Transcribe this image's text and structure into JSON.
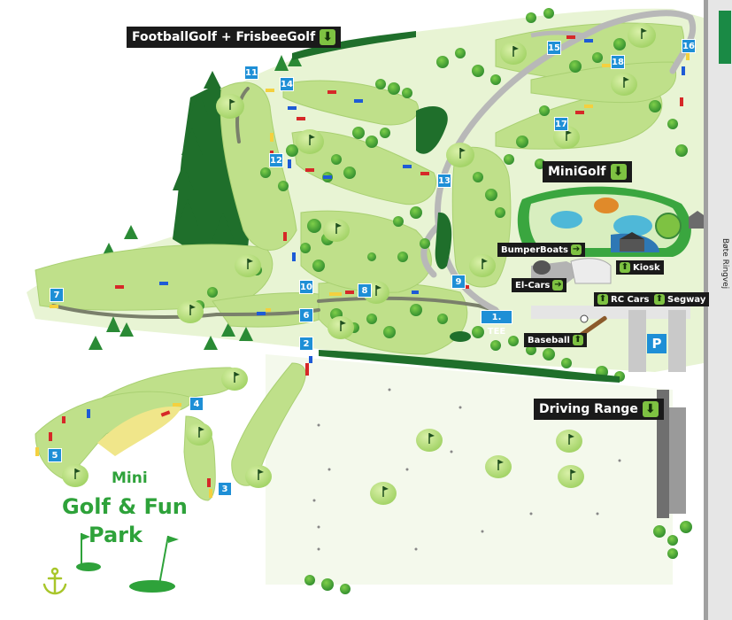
{
  "signs": {
    "footballgolf": "FootballGolf + FrisbeeGolf",
    "minigolf": "MiniGolf",
    "bumperboats": "BumperBoats",
    "elcars": "El-Cars",
    "kiosk": "Kiosk",
    "rccars": "RC Cars",
    "segway": "Segway",
    "baseball": "Baseball",
    "drivingrange": "Driving Range"
  },
  "icons": {
    "arrow_down": "⬇",
    "arrow_right": "➔",
    "arrow_up": "⬆"
  },
  "holes": [
    "1. TEE",
    "2",
    "3",
    "4",
    "5",
    "6",
    "7",
    "8",
    "9",
    "10",
    "11",
    "12",
    "13",
    "14",
    "15",
    "16",
    "17",
    "18"
  ],
  "parking": "P",
  "road": "Bøte Ringvej",
  "logo": {
    "line1": "Mini",
    "line2": "Golf & Fun",
    "line3": "Park"
  },
  "colors": {
    "fairway": "#c8e39a",
    "rough": "#e7f3d3",
    "tree": "#3a9a3a",
    "forest": "#1d6b2a",
    "path": "#7a806b",
    "sign_bg": "#1a1a1a",
    "hole_marker": "#1e8fd6",
    "arrow": "#7ec242",
    "brand_green": "#2ea23a"
  }
}
